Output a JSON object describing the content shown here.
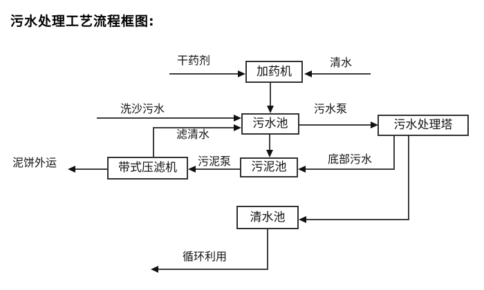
{
  "title": "污水处理工艺流程框图:",
  "diagram": {
    "type": "flowchart",
    "nodes": {
      "dosing_machine": {
        "label": "加药机"
      },
      "sewage_pool": {
        "label": "污水池"
      },
      "treatment_tower": {
        "label": "污水处理塔"
      },
      "sludge_pool": {
        "label": "污泥池"
      },
      "belt_filter_press": {
        "label": "带式压滤机"
      },
      "clean_water_pool": {
        "label": "清水池"
      }
    },
    "edge_labels": {
      "dry_chemical": "干药剂",
      "clean_water": "清水",
      "sand_washing_sewage": "洗沙污水",
      "sewage_pump": "污水泵",
      "filtered_water": "滤清水",
      "sludge_pump": "污泥泵",
      "bottom_sewage": "底部污水",
      "mud_cake_out": "泥饼外运",
      "recycle": "循环利用"
    },
    "edges": [
      {
        "from": "dry_chemical_input",
        "to": "dosing_machine",
        "label": "干药剂"
      },
      {
        "from": "clean_water_input",
        "to": "dosing_machine",
        "label": "清水"
      },
      {
        "from": "dosing_machine",
        "to": "sewage_pool",
        "label": ""
      },
      {
        "from": "sand_washing_sewage_input",
        "to": "sewage_pool",
        "label": "洗沙污水"
      },
      {
        "from": "belt_filter_press",
        "to": "sewage_pool",
        "label": "滤清水"
      },
      {
        "from": "sewage_pool",
        "to": "treatment_tower",
        "label": "污水泵"
      },
      {
        "from": "sewage_pool",
        "to": "sludge_pool",
        "label": ""
      },
      {
        "from": "treatment_tower",
        "to": "sludge_pool",
        "label": "底部污水"
      },
      {
        "from": "treatment_tower",
        "to": "clean_water_pool",
        "label": ""
      },
      {
        "from": "sludge_pool",
        "to": "belt_filter_press",
        "label": "污泥泵"
      },
      {
        "from": "belt_filter_press",
        "to": "mud_cake_out_output",
        "label": "泥饼外运"
      },
      {
        "from": "clean_water_pool",
        "to": "recycle_output",
        "label": "循环利用"
      }
    ],
    "colors": {
      "line": "#3a3a3a",
      "text": "#111111",
      "background": "#ffffff"
    }
  }
}
